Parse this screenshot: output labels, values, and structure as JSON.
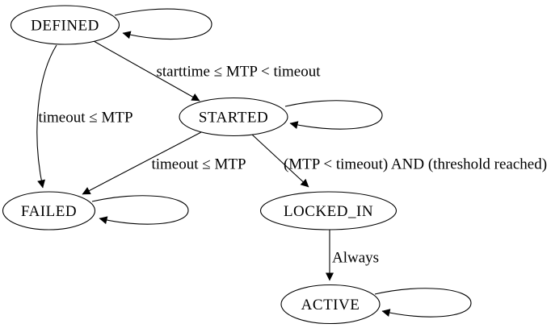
{
  "diagram": {
    "type": "state-machine",
    "background_color": "#ffffff",
    "stroke_color": "#000000",
    "text_color": "#000000",
    "nodes": [
      {
        "id": "defined",
        "label": "DEFINED",
        "has_self_loop": true
      },
      {
        "id": "started",
        "label": "STARTED",
        "has_self_loop": true
      },
      {
        "id": "failed",
        "label": "FAILED",
        "has_self_loop": true
      },
      {
        "id": "locked_in",
        "label": "LOCKED_IN",
        "has_self_loop": false
      },
      {
        "id": "active",
        "label": "ACTIVE",
        "has_self_loop": true
      }
    ],
    "edges": [
      {
        "from": "DEFINED",
        "to": "STARTED",
        "label": "starttime ≤ MTP < timeout"
      },
      {
        "from": "DEFINED",
        "to": "FAILED",
        "label": "timeout ≤ MTP"
      },
      {
        "from": "STARTED",
        "to": "FAILED",
        "label": "timeout ≤ MTP"
      },
      {
        "from": "STARTED",
        "to": "LOCKED_IN",
        "label": "(MTP < timeout) AND (threshold reached)"
      },
      {
        "from": "LOCKED_IN",
        "to": "ACTIVE",
        "label": "Always"
      },
      {
        "from": "DEFINED",
        "to": "DEFINED",
        "label": ""
      },
      {
        "from": "STARTED",
        "to": "STARTED",
        "label": ""
      },
      {
        "from": "FAILED",
        "to": "FAILED",
        "label": ""
      },
      {
        "from": "ACTIVE",
        "to": "ACTIVE",
        "label": ""
      }
    ]
  }
}
